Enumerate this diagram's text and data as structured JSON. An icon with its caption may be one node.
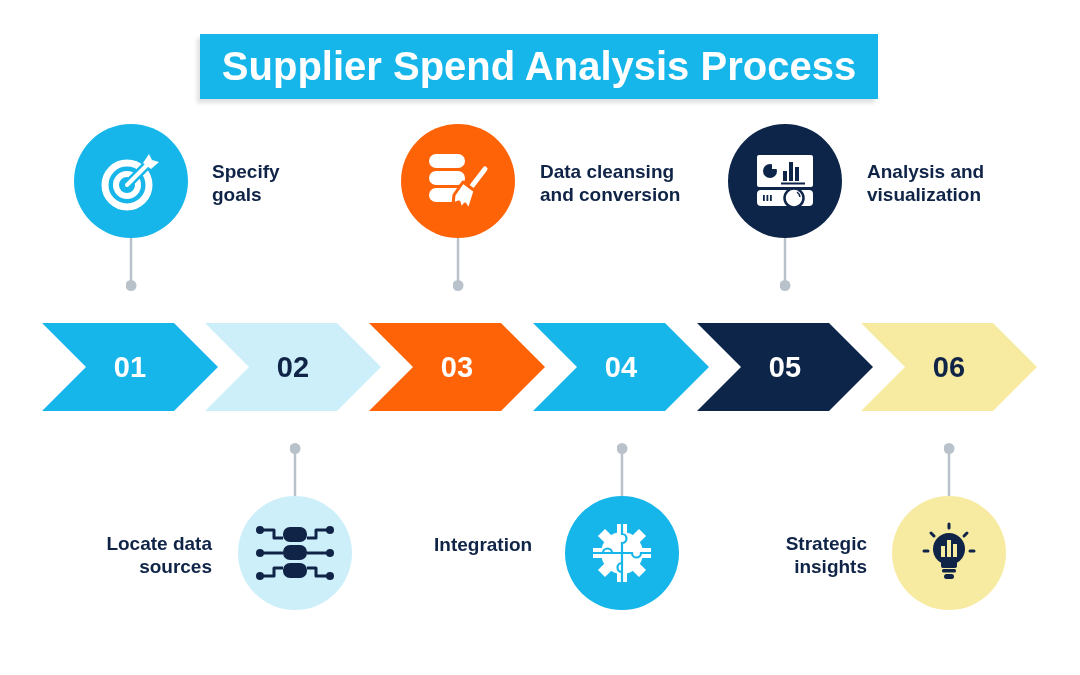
{
  "diagram": {
    "title": "Supplier Spend Analysis Process",
    "nodes": [
      {
        "text": [],
        "shape": "circle",
        "beside": [
          "Specify goals"
        ]
      },
      {
        "text": [],
        "shape": "circle",
        "beside": [
          "Data cleansing and conversion"
        ]
      },
      {
        "text": [],
        "shape": "circle",
        "beside": [
          "Analysis and visualization"
        ]
      },
      {
        "text": [
          "01"
        ]
      },
      {
        "text": [
          "02"
        ]
      },
      {
        "text": [
          "03"
        ]
      },
      {
        "text": [
          "04"
        ]
      },
      {
        "text": [
          "05"
        ]
      },
      {
        "text": [
          "06"
        ]
      },
      {
        "text": [],
        "shape": "circle",
        "beside": [
          "Locate data sources"
        ]
      },
      {
        "text": [],
        "shape": "circle",
        "beside": [
          "Integration"
        ]
      },
      {
        "text": [],
        "shape": "circle",
        "beside": [
          "Strategic insights"
        ]
      }
    ],
    "edges": [
      {
        "from": 0,
        "to": 3,
        "arrow": "other"
      },
      {
        "from": 1,
        "to": 5,
        "arrow": "other"
      },
      {
        "from": 2,
        "to": 7,
        "arrow": "other"
      },
      {
        "from": 9,
        "to": 4,
        "arrow": "other"
      },
      {
        "from": 10,
        "to": 6,
        "arrow": "other"
      },
      {
        "from": 11,
        "to": 8,
        "arrow": "other"
      }
    ]
  }
}
